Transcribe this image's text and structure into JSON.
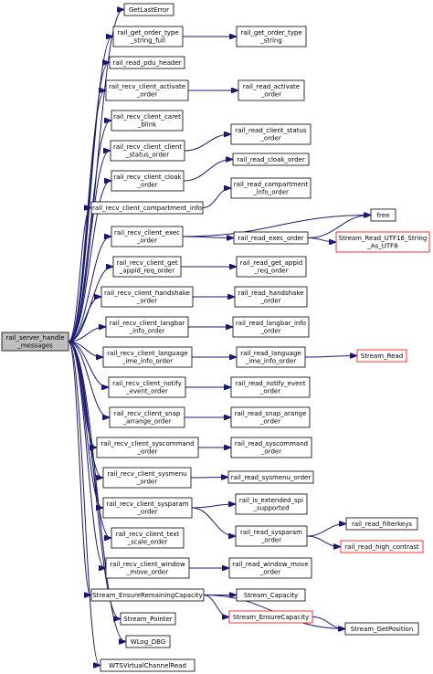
{
  "graph": {
    "nodes": [
      {
        "id": "root",
        "lines": [
          "rail_server_handle",
          "_messages"
        ],
        "style": "root"
      },
      {
        "id": "n1",
        "lines": [
          "GetLastError"
        ],
        "style": "normal"
      },
      {
        "id": "n2",
        "lines": [
          "rail_get_order_type",
          "_string_full"
        ],
        "style": "normal"
      },
      {
        "id": "n3",
        "lines": [
          "rail_get_order_type",
          "_string"
        ],
        "style": "normal"
      },
      {
        "id": "n4",
        "lines": [
          "rail_read_pdu_header"
        ],
        "style": "normal"
      },
      {
        "id": "n5",
        "lines": [
          "rail_recv_client_activate",
          "_order"
        ],
        "style": "normal"
      },
      {
        "id": "n6",
        "lines": [
          "rail_read_activate",
          "_order"
        ],
        "style": "normal"
      },
      {
        "id": "n7",
        "lines": [
          "rail_recv_client_caret",
          "_blink"
        ],
        "style": "normal"
      },
      {
        "id": "n8",
        "lines": [
          "rail_recv_client_client",
          "_status_order"
        ],
        "style": "normal"
      },
      {
        "id": "n9",
        "lines": [
          "rail_read_client_status",
          "_order"
        ],
        "style": "normal"
      },
      {
        "id": "n10",
        "lines": [
          "rail_recv_client_cloak",
          "_order"
        ],
        "style": "normal"
      },
      {
        "id": "n11",
        "lines": [
          "rail_read_cloak_order"
        ],
        "style": "normal"
      },
      {
        "id": "n12",
        "lines": [
          "rail_recv_client_compartment_info"
        ],
        "style": "normal"
      },
      {
        "id": "n13",
        "lines": [
          "rail_read_compartment",
          "_info_order"
        ],
        "style": "normal"
      },
      {
        "id": "n14",
        "lines": [
          "rail_recv_client_exec",
          "_order"
        ],
        "style": "normal"
      },
      {
        "id": "n15",
        "lines": [
          "free"
        ],
        "style": "normal"
      },
      {
        "id": "n16",
        "lines": [
          "rail_read_exec_order"
        ],
        "style": "normal"
      },
      {
        "id": "n17",
        "lines": [
          "Stream_Read_UTF16_String",
          "_As_UTF8"
        ],
        "style": "red"
      },
      {
        "id": "n18",
        "lines": [
          "rail_recv_client_get",
          "_appid_req_order"
        ],
        "style": "normal"
      },
      {
        "id": "n19",
        "lines": [
          "rail_read_get_appid",
          "_req_order"
        ],
        "style": "normal"
      },
      {
        "id": "n20",
        "lines": [
          "rail_recv_client_handshake",
          "_order"
        ],
        "style": "normal"
      },
      {
        "id": "n21",
        "lines": [
          "rail_read_handshake",
          "_order"
        ],
        "style": "normal"
      },
      {
        "id": "n22",
        "lines": [
          "rail_recv_client_langbar",
          "_info_order"
        ],
        "style": "normal"
      },
      {
        "id": "n23",
        "lines": [
          "rail_read_langbar_info",
          "_order"
        ],
        "style": "normal"
      },
      {
        "id": "n24",
        "lines": [
          "rail_recv_client_language",
          "_ime_info_order"
        ],
        "style": "normal"
      },
      {
        "id": "n25",
        "lines": [
          "rail_read_language",
          "_ime_info_order"
        ],
        "style": "normal"
      },
      {
        "id": "n26",
        "lines": [
          "Stream_Read"
        ],
        "style": "red"
      },
      {
        "id": "n27",
        "lines": [
          "rail_recv_client_notify",
          "_event_order"
        ],
        "style": "normal"
      },
      {
        "id": "n28",
        "lines": [
          "rail_read_notify_event",
          "_order"
        ],
        "style": "normal"
      },
      {
        "id": "n29",
        "lines": [
          "rail_recv_client_snap",
          "_arrange_order"
        ],
        "style": "normal"
      },
      {
        "id": "n30",
        "lines": [
          "rail_read_snap_arange",
          "_order"
        ],
        "style": "normal"
      },
      {
        "id": "n31",
        "lines": [
          "rail_recv_client_syscommand",
          "_order"
        ],
        "style": "normal"
      },
      {
        "id": "n32",
        "lines": [
          "rail_read_syscommand",
          "_order"
        ],
        "style": "normal"
      },
      {
        "id": "n33",
        "lines": [
          "rail_recv_client_sysmenu",
          "_order"
        ],
        "style": "normal"
      },
      {
        "id": "n34",
        "lines": [
          "rail_read_sysmenu_order"
        ],
        "style": "normal"
      },
      {
        "id": "n35",
        "lines": [
          "rail_recv_client_sysparam",
          "_order"
        ],
        "style": "normal"
      },
      {
        "id": "n36",
        "lines": [
          "rail_is_extended_spi",
          "_supported"
        ],
        "style": "normal"
      },
      {
        "id": "n37",
        "lines": [
          "rail_read_sysparam",
          "_order"
        ],
        "style": "normal"
      },
      {
        "id": "n38",
        "lines": [
          "rail_read_filterkeys"
        ],
        "style": "normal"
      },
      {
        "id": "n39",
        "lines": [
          "rail_read_high_contrast"
        ],
        "style": "red"
      },
      {
        "id": "n40",
        "lines": [
          "rail_recv_client_text",
          "_scale_order"
        ],
        "style": "normal"
      },
      {
        "id": "n41",
        "lines": [
          "rail_recv_client_window",
          "_move_order"
        ],
        "style": "normal"
      },
      {
        "id": "n42",
        "lines": [
          "rail_read_window_move",
          "_order"
        ],
        "style": "normal"
      },
      {
        "id": "n43",
        "lines": [
          "Stream_EnsureRemainingCapacity"
        ],
        "style": "normal"
      },
      {
        "id": "n44",
        "lines": [
          "Stream_Capacity"
        ],
        "style": "normal"
      },
      {
        "id": "n45",
        "lines": [
          "Stream_EnsureCapacity"
        ],
        "style": "red"
      },
      {
        "id": "n46",
        "lines": [
          "Stream_GetPosition"
        ],
        "style": "normal"
      },
      {
        "id": "n47",
        "lines": [
          "Stream_Pointer"
        ],
        "style": "normal"
      },
      {
        "id": "n48",
        "lines": [
          "WLog_DBG"
        ],
        "style": "normal"
      },
      {
        "id": "n49",
        "lines": [
          "WTSVirtualChannelRead"
        ],
        "style": "normal"
      }
    ],
    "edges": [
      [
        "root",
        "n1"
      ],
      [
        "root",
        "n2"
      ],
      [
        "n2",
        "n3"
      ],
      [
        "root",
        "n4"
      ],
      [
        "root",
        "n5"
      ],
      [
        "n5",
        "n6"
      ],
      [
        "root",
        "n7"
      ],
      [
        "root",
        "n8"
      ],
      [
        "n8",
        "n9"
      ],
      [
        "root",
        "n10"
      ],
      [
        "n10",
        "n11"
      ],
      [
        "root",
        "n12"
      ],
      [
        "n12",
        "n13"
      ],
      [
        "root",
        "n14"
      ],
      [
        "n14",
        "n15"
      ],
      [
        "n14",
        "n16"
      ],
      [
        "n16",
        "n15"
      ],
      [
        "n16",
        "n17"
      ],
      [
        "root",
        "n18"
      ],
      [
        "n18",
        "n19"
      ],
      [
        "root",
        "n20"
      ],
      [
        "n20",
        "n21"
      ],
      [
        "root",
        "n22"
      ],
      [
        "n22",
        "n23"
      ],
      [
        "root",
        "n24"
      ],
      [
        "n24",
        "n25"
      ],
      [
        "n25",
        "n26"
      ],
      [
        "root",
        "n27"
      ],
      [
        "n27",
        "n28"
      ],
      [
        "root",
        "n29"
      ],
      [
        "n29",
        "n30"
      ],
      [
        "root",
        "n31"
      ],
      [
        "n31",
        "n32"
      ],
      [
        "root",
        "n33"
      ],
      [
        "n33",
        "n34"
      ],
      [
        "root",
        "n35"
      ],
      [
        "n35",
        "n36"
      ],
      [
        "n35",
        "n37"
      ],
      [
        "n37",
        "n38"
      ],
      [
        "n37",
        "n39"
      ],
      [
        "root",
        "n40"
      ],
      [
        "root",
        "n41"
      ],
      [
        "n41",
        "n42"
      ],
      [
        "root",
        "n43"
      ],
      [
        "n43",
        "n44"
      ],
      [
        "n43",
        "n45"
      ],
      [
        "n43",
        "n46"
      ],
      [
        "n45",
        "n46"
      ],
      [
        "root",
        "n47"
      ],
      [
        "root",
        "n48"
      ],
      [
        "root",
        "n49"
      ]
    ],
    "colors": {
      "edge": "#191970",
      "normal_border": "#000000",
      "red_border": "#ff0000",
      "root_fill": "#bfbfbf"
    }
  }
}
